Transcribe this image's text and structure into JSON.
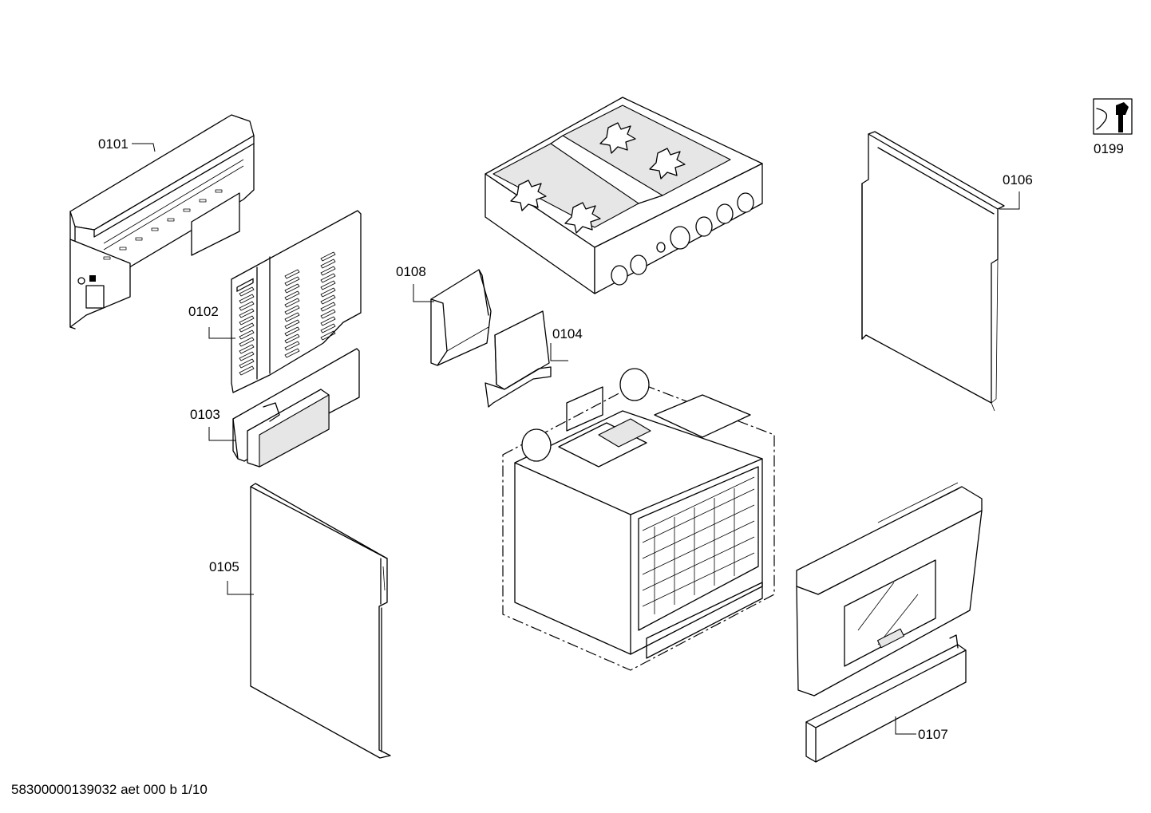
{
  "labels": {
    "p0101": "0101",
    "p0102": "0102",
    "p0103": "0103",
    "p0104": "0104",
    "p0105": "0105",
    "p0106": "0106",
    "p0107": "0107",
    "p0108": "0108",
    "p0199": "0199"
  },
  "footer": "58300000139032 aet 000 b 1/10",
  "icons": {
    "service_tool": "wrench-icon"
  }
}
